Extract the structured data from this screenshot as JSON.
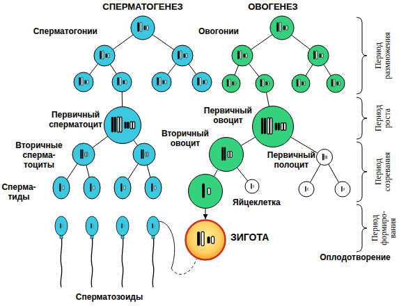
{
  "diagram": {
    "nodes": [
      {
        "text": [
          "Первичный сперматоцит"
        ]
      },
      {
        "text": [
          "Первичный овоцит"
        ]
      },
      {
        "text": [
          "Вторичный овоцит"
        ]
      },
      {
        "text": [
          "Первичный полоцит"
        ]
      },
      {
        "text": [
          "Яйцеклетка"
        ]
      },
      {
        "text": [
          "ЗИГОТА"
        ]
      }
    ],
    "edges": [
      {
        "from": 1,
        "to": 2,
        "arrow": "none"
      },
      {
        "from": 1,
        "to": 3,
        "arrow": "none"
      },
      {
        "from": 2,
        "to": 4,
        "arrow": "none"
      },
      {
        "from": 4,
        "to": 5,
        "arrow": "to"
      }
    ],
    "labels": [
      "СПЕРМАТОГЕНЕЗ",
      "ОВОГЕНЕЗ",
      "Сперматогонии",
      "Овогонии",
      "Вторичные сперма- тоциты",
      "Сперма- тиды",
      "Сперматозоиды",
      "Оплодотворение",
      "Период размножения",
      "Период роста",
      "Период созревания",
      "Период формиро- вания"
    ]
  }
}
